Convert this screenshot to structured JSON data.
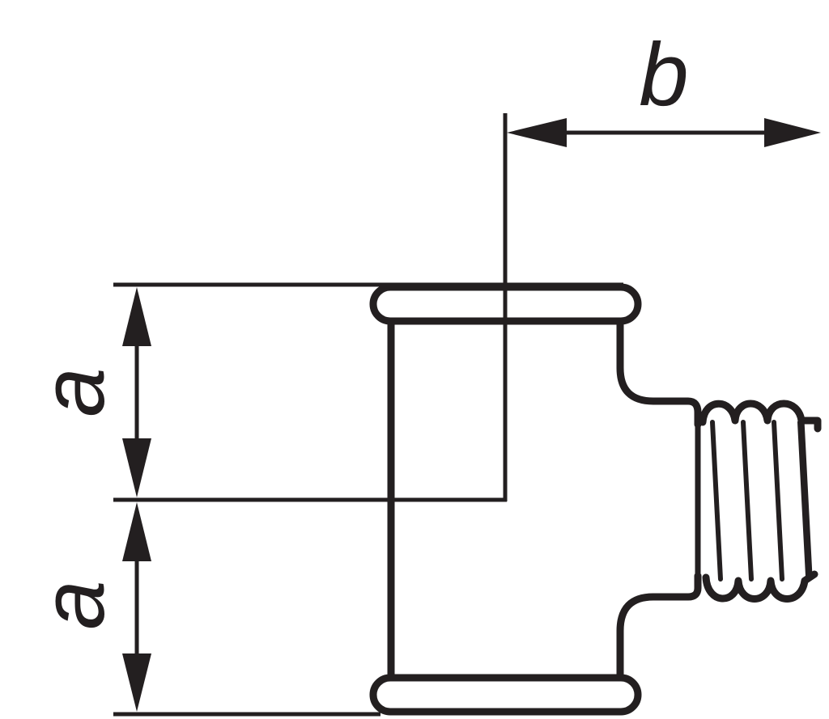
{
  "labels": {
    "b": "b",
    "a_upper": "a",
    "a_lower": "a"
  },
  "colors": {
    "stroke": "#231f20",
    "background": "#ffffff"
  }
}
